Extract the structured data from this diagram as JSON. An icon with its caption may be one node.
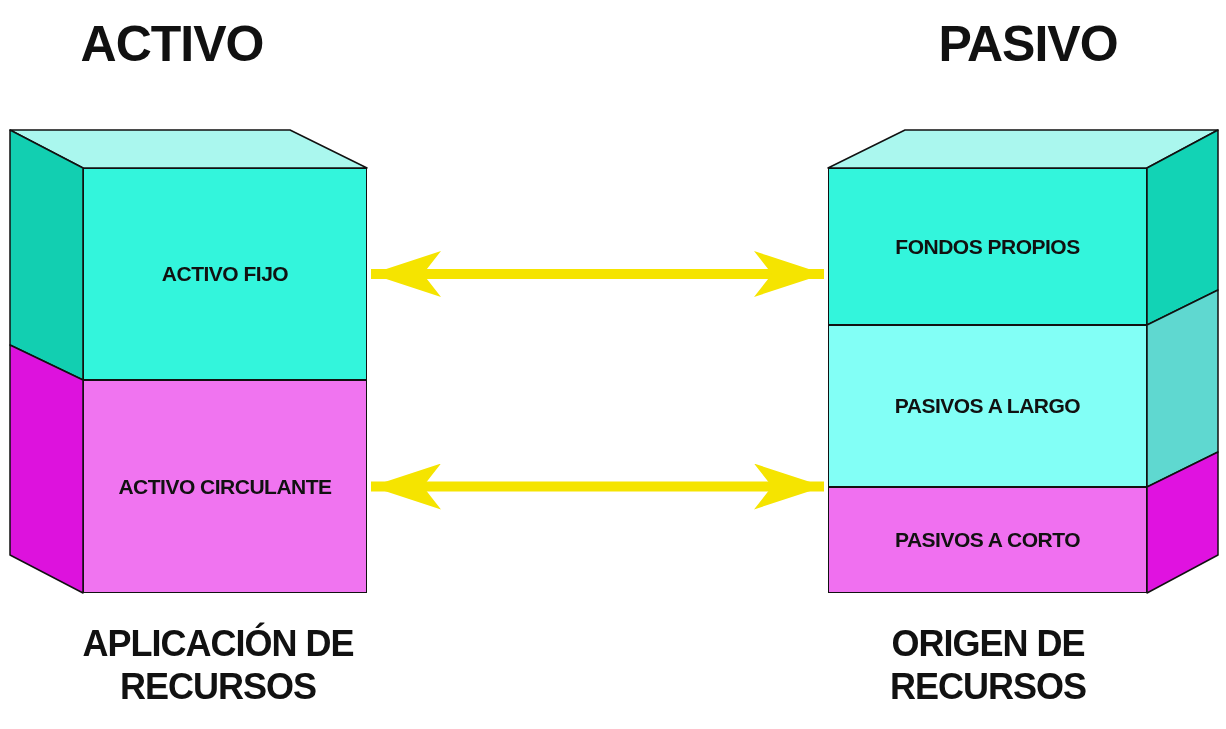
{
  "diagram": {
    "nodes": [
      {
        "text": [
          "ACTIVO FIJO"
        ]
      },
      {
        "text": [
          "ACTIVO CIRCULANTE"
        ]
      },
      {
        "text": [
          "FONDOS PROPIOS"
        ]
      },
      {
        "text": [
          "PASIVOS A LARGO"
        ]
      },
      {
        "text": [
          "PASIVOS A CORTO"
        ]
      }
    ],
    "edges": [
      {
        "from": 0,
        "to": 2,
        "arrow": "both"
      },
      {
        "from": 1,
        "to": 4,
        "arrow": "both"
      }
    ],
    "labels": [
      "ACTIVO",
      "PASIVO",
      "APLICACIÓN DE RECURSOS",
      "ORIGEN DE RECURSOS"
    ]
  }
}
